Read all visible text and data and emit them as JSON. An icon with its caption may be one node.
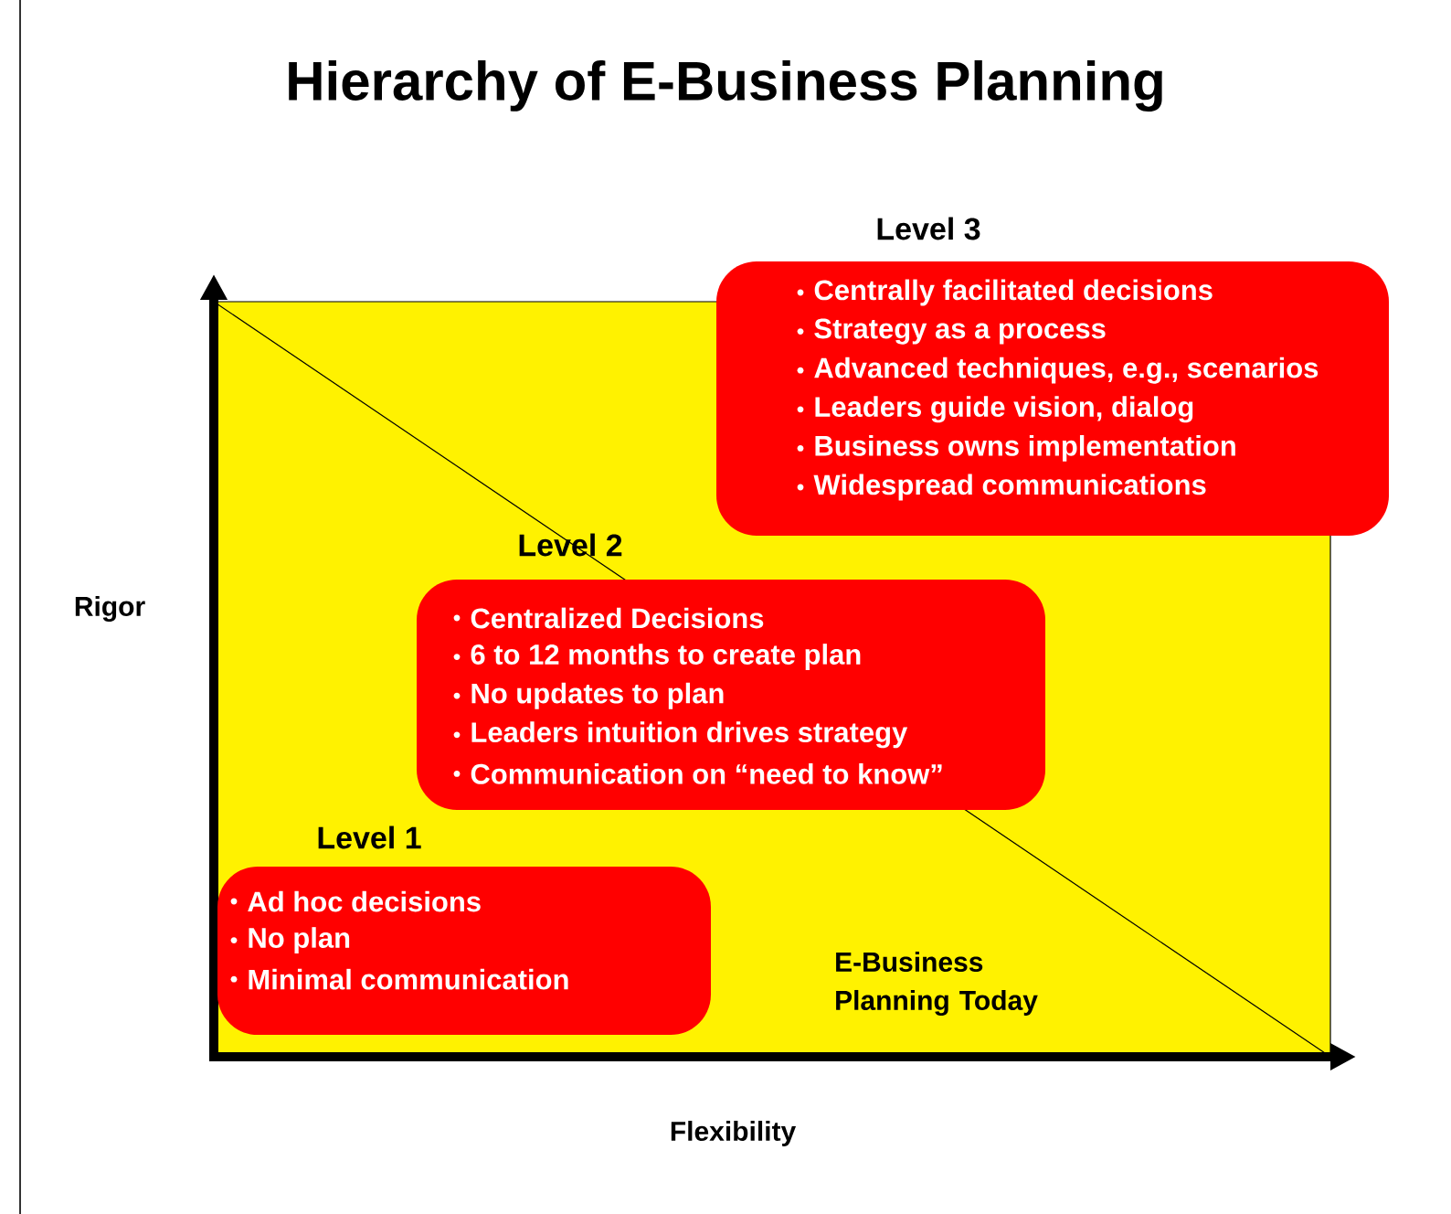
{
  "diagram": {
    "title": "Hierarchy of E-Business Planning",
    "nodes": [
      {
        "text": [
          "Level 3",
          "Centrally facilitated decisions",
          "Strategy as a process",
          "Advanced techniques, e.g., scenarios",
          "Leaders guide vision, dialog",
          "Business owns implementation",
          "Widespread communications"
        ]
      },
      {
        "text": [
          "Level 2",
          "Centralized Decisions",
          "6 to 12 months to create plan",
          "No updates to plan",
          "Leaders intuition drives strategy",
          "Communication on “need to know”"
        ]
      },
      {
        "text": [
          "Level 1",
          "Ad hoc decisions",
          "No plan",
          "Minimal communication"
        ]
      }
    ],
    "labels": [
      "Rigor",
      "E-Business Planning Today",
      "Flexibility"
    ]
  }
}
